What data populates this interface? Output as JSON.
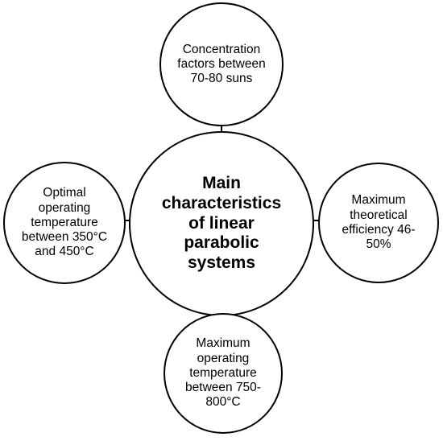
{
  "diagram": {
    "center": {
      "label": "Main characteristics of linear parabolic systems"
    },
    "nodes": {
      "top": {
        "label": "Concentration factors between 70-80 suns"
      },
      "left": {
        "label": "Optimal operating temperature between 350°C and 450°C"
      },
      "right": {
        "label": "Maximum theoretical efficiency 46-50%"
      },
      "bottom": {
        "label": "Maximum operating temperature between 750-800°C"
      }
    },
    "colors": {
      "stroke": "#000000",
      "fill": "#ffffff",
      "text": "#000000"
    }
  }
}
